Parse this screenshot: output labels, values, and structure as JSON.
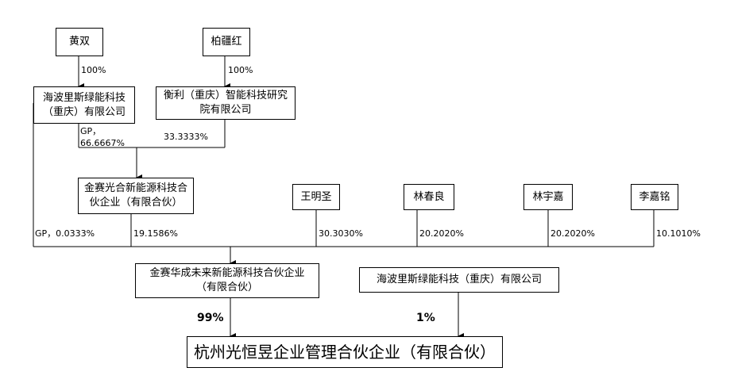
{
  "boxes": {
    "huang_shuang": "黄双",
    "bai_jiang_hong": "柏疆红",
    "haibo_gp": "海波里斯绿能科技（重庆）有限公司",
    "hengli": "衡利（重庆）智能科技研究院有限公司",
    "jinsai_guanghe": "金赛光合新能源科技合伙企业（有限合伙）",
    "wang_mingsheng": "王明圣",
    "lin_chunliang": "林春良",
    "lin_yujia": "林宇嘉",
    "li_jiaming": "李嘉铭",
    "jinsai_huacheng": "金赛华成未来新能源科技合伙企业（有限合伙）",
    "haibo_lp": "海波里斯绿能科技（重庆）有限公司",
    "hangzhou": "杭州光恒昱企业管理合伙企业（有限合伙）"
  },
  "labels": {
    "huang_pct": "100%",
    "bai_pct": "100%",
    "gp_haibo_a": "GP，",
    "gp_haibo_b": "66.6667%",
    "hengli_pct": "33.3333%",
    "gp_direct": "GP，0.0333%",
    "guanghe_pct": "19.1586%",
    "wang_pct": "30.3030%",
    "lin_c_pct": "20.2020%",
    "lin_y_pct": "20.2020%",
    "li_pct": "10.1010%",
    "huacheng_pct": "99%",
    "haibo_lp_pct": "1%"
  }
}
